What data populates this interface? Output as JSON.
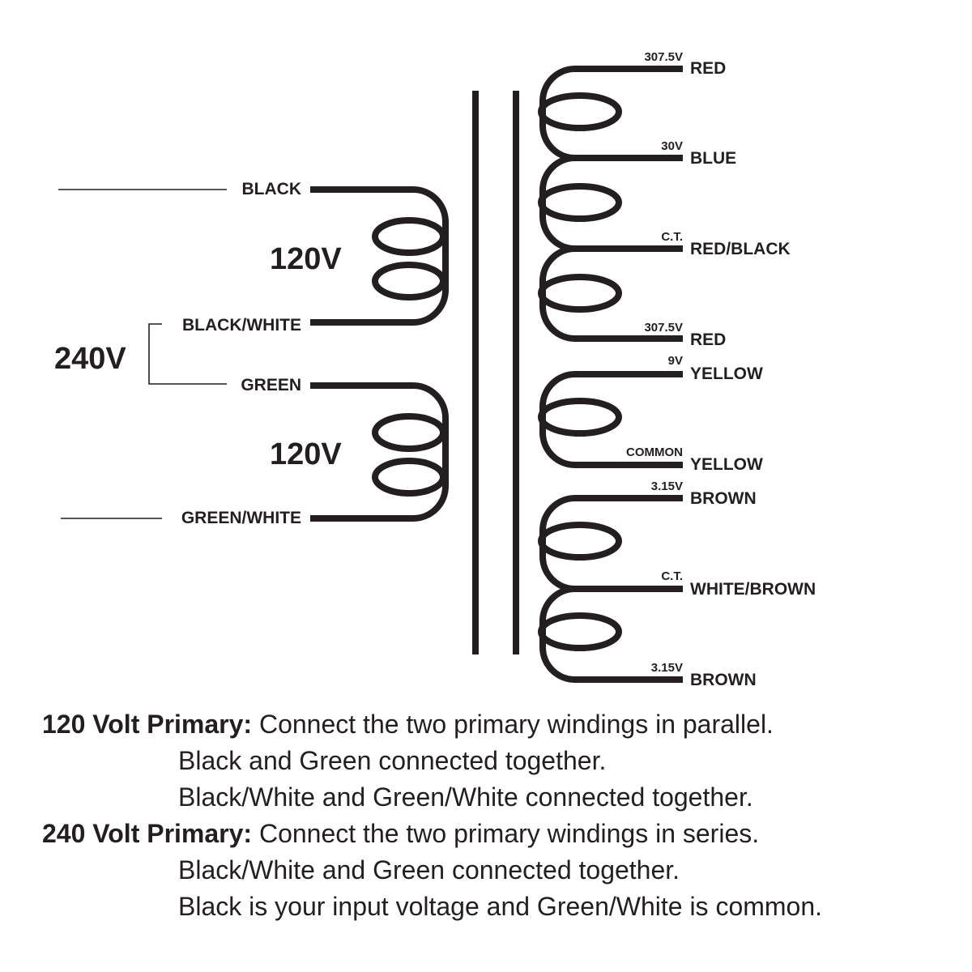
{
  "primary": {
    "coil1_voltage": "120V",
    "coil2_voltage": "120V",
    "series_voltage": "240V",
    "wires": [
      "BLACK",
      "BLACK/WHITE",
      "GREEN",
      "GREEN/WHITE"
    ]
  },
  "secondary": {
    "taps": [
      {
        "value": "307.5V",
        "color": "RED"
      },
      {
        "value": "30V",
        "color": "BLUE"
      },
      {
        "value": "C.T.",
        "color": "RED/BLACK"
      },
      {
        "value": "307.5V",
        "color": "RED"
      },
      {
        "value": "9V",
        "color": "YELLOW"
      },
      {
        "value": "COMMON",
        "color": "YELLOW"
      },
      {
        "value": "3.15V",
        "color": "BROWN"
      },
      {
        "value": "C.T.",
        "color": "WHITE/BROWN"
      },
      {
        "value": "3.15V",
        "color": "BROWN"
      }
    ]
  },
  "notes": {
    "p120_title": "120 Volt Primary:",
    "p120_text": " Connect the two primary windings in parallel.",
    "p120_line2": "Black and Green connected together.",
    "p120_line3": "Black/White and Green/White connected together.",
    "p240_title": "240 Volt Primary:",
    "p240_text": " Connect the two primary windings in series.",
    "p240_line2": "Black/White and Green connected together.",
    "p240_line3": "Black is your input voltage and Green/White is common."
  }
}
